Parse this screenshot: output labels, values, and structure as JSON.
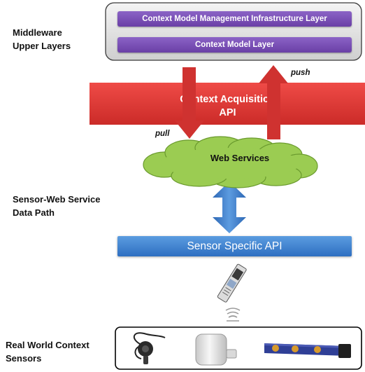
{
  "labels": {
    "middleware": "Middleware\nUpper Layers",
    "data_path": "Sensor-Web Service\nData Path",
    "real_world": "Real World Context\nSensors"
  },
  "layers": {
    "management": "Context Model Management Infrastructure Layer",
    "model": "Context Model Layer"
  },
  "acquisition_api": "Context Acquisition\nAPI",
  "arrows": {
    "push": "push",
    "pull": "pull"
  },
  "cloud": "Web Services",
  "sensor_api": "Sensor Specific API",
  "icons": {
    "sensor_node": "sensor-node-icon",
    "signal": "wireless-signal-icon",
    "sensor_1": "clip-sensor-icon",
    "sensor_2": "box-sensor-icon",
    "sensor_3": "strap-sensor-icon"
  },
  "colors": {
    "layer_purple": "#7a4eb6",
    "api_red": "#d93633",
    "cloud_green": "#9bcc52",
    "sensor_blue": "#3f83d1",
    "panel_border": "#000000"
  }
}
